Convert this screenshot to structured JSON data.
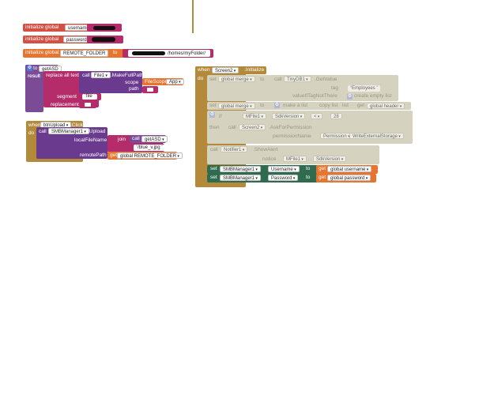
{
  "init_username": {
    "keyword": "initialize global",
    "var": "username",
    "to": "to"
  },
  "init_password": {
    "keyword": "initialize global",
    "var": "password",
    "to": "to"
  },
  "init_folder": {
    "keyword": "initialize global",
    "var": "REMOTE_FOLDER",
    "to": "to",
    "value_suffix": "/homes/myFolder/"
  },
  "proc": {
    "to": "to",
    "name": "getASD",
    "result": "result",
    "replace_all_text": "replace all text",
    "call": "call",
    "component": "File1",
    "method": ".MakeFullPath",
    "scope_label": "scope",
    "scope_value": "FileScope",
    "scope_option": "App",
    "path_label": "path",
    "segment_label": "segment",
    "segment_value": "file",
    "replacement_label": "replacement"
  },
  "btn_event": {
    "when": "when",
    "component": "btnUpload",
    "event": ".Click",
    "do": "do",
    "call": "call",
    "smb": "SMBManager1",
    "method": ".Upload",
    "local_label": "localFileName",
    "join": "join",
    "call2": "call",
    "proc": "getASD",
    "file_value": "/blue_v.jpg",
    "remote_label": "remotePath",
    "get": "get",
    "remote_var": "global REMOTE_FOLDER"
  },
  "screen_event": {
    "when": "when",
    "component": "Screen2",
    "event": ".Initialize",
    "do": "do",
    "set": "set",
    "merge_var": "global merge",
    "to": "to",
    "call": "call",
    "tinydb": "TinyDB1",
    "get_value": ".GetValue",
    "tag_label": "tag",
    "tag_value": "Employees",
    "value_if_label": "valueIfTagNotThere",
    "create_empty": "create empty list",
    "set2": "set",
    "merge_var2": "global merge",
    "to2": "to",
    "make_list": "make a list",
    "copy_list": "copy list",
    "list_label": "list",
    "get": "get",
    "header_var": "global header",
    "if": "if",
    "mfile": "MFile1",
    "sdk": "SdkVersion",
    "lt": "<",
    "num": "28",
    "then": "then",
    "call3": "call",
    "screen": "Screen2",
    "ask": ".AskForPermission",
    "perm_label": "permissionName",
    "perm_comp": "Permission",
    "perm_value": "WriteExternalStorage",
    "call4": "call",
    "notifier": "Notifier1",
    "show_alert": ".ShowAlert",
    "notice_label": "notice",
    "mfile2": "MFile1",
    "sdk2": "SdkVersion",
    "set_user": "set",
    "smb1": "SMBManager1",
    "prop_user": "Username",
    "to_u": "to",
    "get_u": "get",
    "var_user": "global username",
    "set_pass": "set",
    "smb2": "SMBManager1",
    "prop_pass": "Password",
    "to_p": "to",
    "get_p": "get",
    "var_pass": "global password"
  },
  "colors": {
    "variable": "#d35044",
    "text": "#b42d6a",
    "procedure": "#7b4b96",
    "control": "#b38a3a",
    "component": "#2e6b4f",
    "disabled": "#d6d2c0"
  }
}
